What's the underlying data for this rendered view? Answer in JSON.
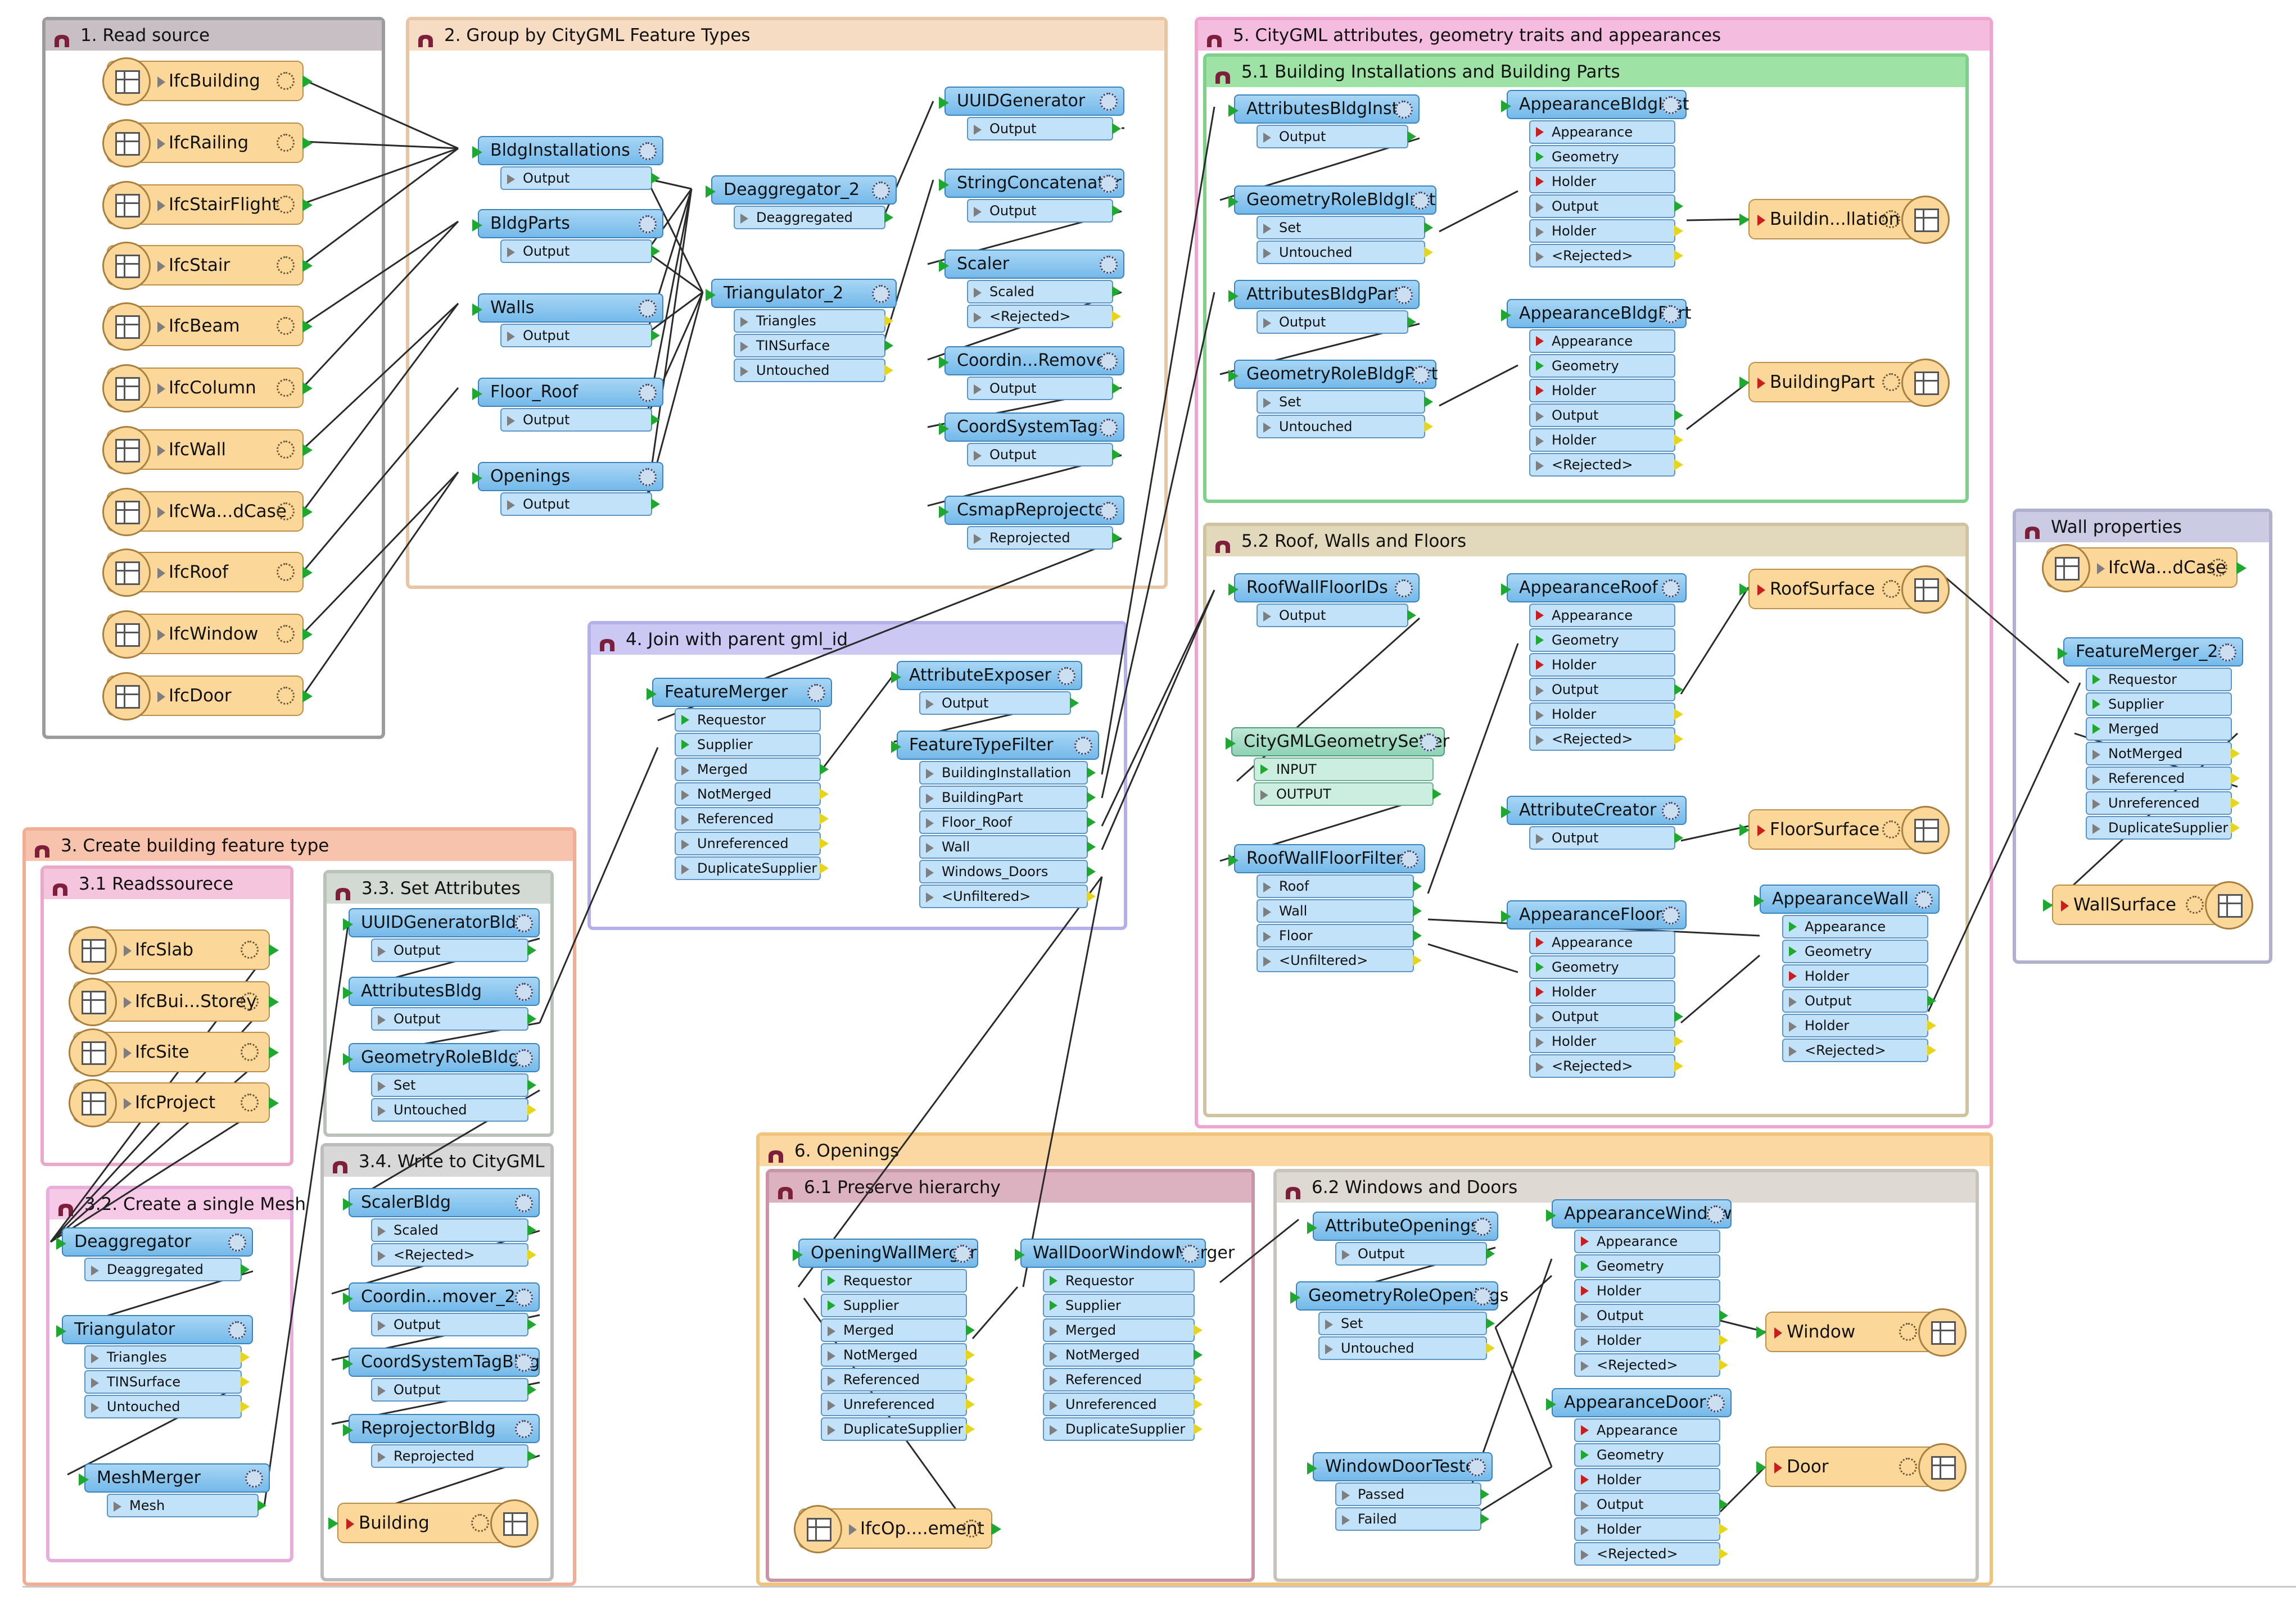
{
  "colors": {
    "read": "#c7bfc3",
    "group": "#f7dcc4",
    "attr": "#f4bde0",
    "bldg": "#9ee2a6",
    "roof": "#e2d9bd",
    "join": "#cbc9f3",
    "create": "#f8c3ad",
    "readsrc": "#f5c5dd",
    "setattr": "#d3dad3",
    "mesh": "#f6c9e6",
    "write": "#d8d8d8",
    "openings": "#fbd8a1",
    "hier": "#dcb2c1",
    "win": "#dedad3",
    "wall": "#cbcbe4"
  },
  "bookmarks": [
    {
      "id": "bm1",
      "title": "1. Read source"
    },
    {
      "id": "bm2",
      "title": "2. Group by CityGML Feature Types"
    },
    {
      "id": "bm3",
      "title": "3. Create building feature type"
    },
    {
      "id": "bm31",
      "title": "3.1 Readssourece"
    },
    {
      "id": "bm33",
      "title": "3.3. Set Attributes"
    },
    {
      "id": "bm32",
      "title": "3.2. Create a single Mesh"
    },
    {
      "id": "bm34",
      "title": "3.4. Write to CityGML"
    },
    {
      "id": "bm4",
      "title": "4. Join with parent gml_id"
    },
    {
      "id": "bm5",
      "title": "5. CityGML attributes, geometry traits and appearances"
    },
    {
      "id": "bm51",
      "title": "5.1  Building Installations and Building Parts"
    },
    {
      "id": "bm52",
      "title": "5.2 Roof, Walls and Floors"
    },
    {
      "id": "bm6",
      "title": "6. Openings"
    },
    {
      "id": "bm61",
      "title": "6.1 Preserve hierarchy"
    },
    {
      "id": "bm62",
      "title": "6.2 Windows and Doors"
    },
    {
      "id": "bmw",
      "title": "Wall properties"
    }
  ],
  "readers": [
    {
      "id": "r1",
      "label": "IfcBuilding"
    },
    {
      "id": "r2",
      "label": "IfcRailing"
    },
    {
      "id": "r3",
      "label": "IfcStairFlight"
    },
    {
      "id": "r4",
      "label": "IfcStair"
    },
    {
      "id": "r5",
      "label": "IfcBeam"
    },
    {
      "id": "r6",
      "label": "IfcColumn"
    },
    {
      "id": "r7",
      "label": "IfcWall"
    },
    {
      "id": "r8",
      "label": "IfcWa...dCase"
    },
    {
      "id": "r9",
      "label": "IfcRoof"
    },
    {
      "id": "r10",
      "label": "IfcWindow"
    },
    {
      "id": "r11",
      "label": "IfcDoor"
    },
    {
      "id": "r12",
      "label": "IfcSlab"
    },
    {
      "id": "r13",
      "label": "IfcBui...Storey"
    },
    {
      "id": "r14",
      "label": "IfcSite"
    },
    {
      "id": "r15",
      "label": "IfcProject"
    },
    {
      "id": "r16",
      "label": "IfcOp....ement"
    },
    {
      "id": "r17",
      "label": "IfcWa...dCase"
    }
  ],
  "writers": [
    {
      "id": "w1",
      "label": "Buildin...llation"
    },
    {
      "id": "w2",
      "label": "BuildingPart"
    },
    {
      "id": "w3",
      "label": "RoofSurface"
    },
    {
      "id": "w4",
      "label": "FloorSurface"
    },
    {
      "id": "w5",
      "label": "WallSurface"
    },
    {
      "id": "w6",
      "label": "Building"
    },
    {
      "id": "w7",
      "label": "Window"
    },
    {
      "id": "w8",
      "label": "Door"
    }
  ],
  "transformers": [
    {
      "id": "t1",
      "name": "BldgInstallations",
      "ports": [
        {
          "l": "Output",
          "k": "o"
        }
      ]
    },
    {
      "id": "t2",
      "name": "BldgParts",
      "ports": [
        {
          "l": "Output",
          "k": "o"
        }
      ]
    },
    {
      "id": "t3",
      "name": "Walls",
      "ports": [
        {
          "l": "Output",
          "k": "o"
        }
      ]
    },
    {
      "id": "t4",
      "name": "Floor_Roof",
      "ports": [
        {
          "l": "Output",
          "k": "o"
        }
      ]
    },
    {
      "id": "t5",
      "name": "Openings",
      "ports": [
        {
          "l": "Output",
          "k": "o"
        }
      ]
    },
    {
      "id": "t6",
      "name": "Deaggregator_2",
      "ports": [
        {
          "l": "Deaggregated",
          "k": "o"
        }
      ]
    },
    {
      "id": "t7",
      "name": "Triangulator_2",
      "ports": [
        {
          "l": "Triangles",
          "k": "y"
        },
        {
          "l": "TINSurface",
          "k": "o"
        },
        {
          "l": "Untouched",
          "k": "y"
        }
      ]
    },
    {
      "id": "t8",
      "name": "UUIDGenerator",
      "ports": [
        {
          "l": "Output",
          "k": "o"
        }
      ]
    },
    {
      "id": "t9",
      "name": "StringConcatenator",
      "ports": [
        {
          "l": "Output",
          "k": "o"
        }
      ]
    },
    {
      "id": "t10",
      "name": "Scaler",
      "ports": [
        {
          "l": "Scaled",
          "k": "o"
        },
        {
          "l": "<Rejected>",
          "k": "y"
        }
      ]
    },
    {
      "id": "t11",
      "name": "Coordin...Remover",
      "ports": [
        {
          "l": "Output",
          "k": "o"
        }
      ]
    },
    {
      "id": "t12",
      "name": "CoordSystemTag",
      "ports": [
        {
          "l": "Output",
          "k": "o"
        }
      ]
    },
    {
      "id": "t13",
      "name": "CsmapReprojector",
      "ports": [
        {
          "l": "Reprojected",
          "k": "o"
        }
      ]
    },
    {
      "id": "t14",
      "name": "FeatureMerger",
      "ports": [
        {
          "l": "Requestor",
          "k": "i"
        },
        {
          "l": "Supplier",
          "k": "i"
        },
        {
          "l": "Merged",
          "k": "o"
        },
        {
          "l": "NotMerged",
          "k": "y"
        },
        {
          "l": "Referenced",
          "k": "y"
        },
        {
          "l": "Unreferenced",
          "k": "y"
        },
        {
          "l": "DuplicateSupplier",
          "k": "y"
        }
      ]
    },
    {
      "id": "t15",
      "name": "AttributeExposer",
      "ports": [
        {
          "l": "Output",
          "k": "o"
        }
      ]
    },
    {
      "id": "t16",
      "name": "FeatureTypeFilter",
      "ports": [
        {
          "l": "BuildingInstallation",
          "k": "o"
        },
        {
          "l": "BuildingPart",
          "k": "o"
        },
        {
          "l": "Floor_Roof",
          "k": "o"
        },
        {
          "l": "Wall",
          "k": "o"
        },
        {
          "l": "Windows_Doors",
          "k": "o"
        },
        {
          "l": "<Unfiltered>",
          "k": "y"
        }
      ]
    },
    {
      "id": "t17",
      "name": "UUIDGeneratorBldg",
      "ports": [
        {
          "l": "Output",
          "k": "o"
        }
      ]
    },
    {
      "id": "t18",
      "name": "AttributesBldg",
      "ports": [
        {
          "l": "Output",
          "k": "o"
        }
      ]
    },
    {
      "id": "t19",
      "name": "GeometryRoleBldg",
      "ports": [
        {
          "l": "Set",
          "k": "o"
        },
        {
          "l": "Untouched",
          "k": "y"
        }
      ]
    },
    {
      "id": "t20",
      "name": "Deaggregator",
      "ports": [
        {
          "l": "Deaggregated",
          "k": "o"
        }
      ]
    },
    {
      "id": "t21",
      "name": "Triangulator",
      "ports": [
        {
          "l": "Triangles",
          "k": "y"
        },
        {
          "l": "TINSurface",
          "k": "y"
        },
        {
          "l": "Untouched",
          "k": "y"
        }
      ]
    },
    {
      "id": "t22",
      "name": "MeshMerger",
      "ports": [
        {
          "l": "Mesh",
          "k": "o"
        }
      ]
    },
    {
      "id": "t23",
      "name": "ScalerBldg",
      "ports": [
        {
          "l": "Scaled",
          "k": "o"
        },
        {
          "l": "<Rejected>",
          "k": "y"
        }
      ]
    },
    {
      "id": "t24",
      "name": "Coordin...mover_2",
      "ports": [
        {
          "l": "Output",
          "k": "o"
        }
      ]
    },
    {
      "id": "t25",
      "name": "CoordSystemTagBldg",
      "ports": [
        {
          "l": "Output",
          "k": "o"
        }
      ]
    },
    {
      "id": "t26",
      "name": "ReprojectorBldg",
      "ports": [
        {
          "l": "Reprojected",
          "k": "o"
        }
      ]
    },
    {
      "id": "t27",
      "name": "AttributesBldgInst",
      "ports": [
        {
          "l": "Output",
          "k": "o"
        }
      ]
    },
    {
      "id": "t28",
      "name": "GeometryRoleBldgInst",
      "ports": [
        {
          "l": "Set",
          "k": "o"
        },
        {
          "l": "Untouched",
          "k": "y"
        }
      ]
    },
    {
      "id": "t29",
      "name": "AttributesBldgParts",
      "ports": [
        {
          "l": "Output",
          "k": "o"
        }
      ]
    },
    {
      "id": "t30",
      "name": "GeometryRoleBldgPart",
      "ports": [
        {
          "l": "Set",
          "k": "o"
        },
        {
          "l": "Untouched",
          "k": "y"
        }
      ]
    },
    {
      "id": "t31",
      "name": "AppearanceBldgInst",
      "ports": [
        {
          "l": "Appearance",
          "k": "r"
        },
        {
          "l": "Geometry",
          "k": "i"
        },
        {
          "l": "Holder",
          "k": "r"
        },
        {
          "l": "Output",
          "k": "o"
        },
        {
          "l": "Holder",
          "k": "y"
        },
        {
          "l": "<Rejected>",
          "k": "y"
        }
      ]
    },
    {
      "id": "t32",
      "name": "AppearanceBldgPart",
      "ports": [
        {
          "l": "Appearance",
          "k": "r"
        },
        {
          "l": "Geometry",
          "k": "i"
        },
        {
          "l": "Holder",
          "k": "r"
        },
        {
          "l": "Output",
          "k": "o"
        },
        {
          "l": "Holder",
          "k": "y"
        },
        {
          "l": "<Rejected>",
          "k": "y"
        }
      ]
    },
    {
      "id": "t33",
      "name": "RoofWallFloorIDs",
      "ports": [
        {
          "l": "Output",
          "k": "o"
        }
      ]
    },
    {
      "id": "t34",
      "name": "CityGMLGeometrySetter",
      "ports": [
        {
          "l": "INPUT",
          "k": "i"
        },
        {
          "l": "OUTPUT",
          "k": "o"
        }
      ]
    },
    {
      "id": "t35",
      "name": "RoofWallFloorFilter",
      "ports": [
        {
          "l": "Roof",
          "k": "o"
        },
        {
          "l": "Wall",
          "k": "o"
        },
        {
          "l": "Floor",
          "k": "o"
        },
        {
          "l": "<Unfiltered>",
          "k": "y"
        }
      ]
    },
    {
      "id": "t36",
      "name": "AppearanceRoof",
      "ports": [
        {
          "l": "Appearance",
          "k": "r"
        },
        {
          "l": "Geometry",
          "k": "i"
        },
        {
          "l": "Holder",
          "k": "r"
        },
        {
          "l": "Output",
          "k": "o"
        },
        {
          "l": "Holder",
          "k": "y"
        },
        {
          "l": "<Rejected>",
          "k": "y"
        }
      ]
    },
    {
      "id": "t37",
      "name": "AttributeCreator",
      "ports": [
        {
          "l": "Output",
          "k": "o"
        }
      ]
    },
    {
      "id": "t38",
      "name": "AppearanceFloor",
      "ports": [
        {
          "l": "Appearance",
          "k": "r"
        },
        {
          "l": "Geometry",
          "k": "i"
        },
        {
          "l": "Holder",
          "k": "r"
        },
        {
          "l": "Output",
          "k": "o"
        },
        {
          "l": "Holder",
          "k": "y"
        },
        {
          "l": "<Rejected>",
          "k": "y"
        }
      ]
    },
    {
      "id": "t39",
      "name": "AppearanceWall",
      "ports": [
        {
          "l": "Appearance",
          "k": "i"
        },
        {
          "l": "Geometry",
          "k": "i"
        },
        {
          "l": "Holder",
          "k": "r"
        },
        {
          "l": "Output",
          "k": "o"
        },
        {
          "l": "Holder",
          "k": "y"
        },
        {
          "l": "<Rejected>",
          "k": "y"
        }
      ]
    },
    {
      "id": "t40",
      "name": "FeatureMerger_2",
      "ports": [
        {
          "l": "Requestor",
          "k": "i"
        },
        {
          "l": "Supplier",
          "k": "i"
        },
        {
          "l": "Merged",
          "k": "i"
        },
        {
          "l": "NotMerged",
          "k": "y"
        },
        {
          "l": "Referenced",
          "k": "y"
        },
        {
          "l": "Unreferenced",
          "k": "y"
        },
        {
          "l": "DuplicateSupplier",
          "k": "y"
        }
      ]
    },
    {
      "id": "t41",
      "name": "OpeningWallMerger",
      "ports": [
        {
          "l": "Requestor",
          "k": "i"
        },
        {
          "l": "Supplier",
          "k": "i"
        },
        {
          "l": "Merged",
          "k": "o"
        },
        {
          "l": "NotMerged",
          "k": "y"
        },
        {
          "l": "Referenced",
          "k": "y"
        },
        {
          "l": "Unreferenced",
          "k": "y"
        },
        {
          "l": "DuplicateSupplier",
          "k": "y"
        }
      ]
    },
    {
      "id": "t42",
      "name": "WallDoorWindowMerger",
      "ports": [
        {
          "l": "Requestor",
          "k": "i"
        },
        {
          "l": "Supplier",
          "k": "i"
        },
        {
          "l": "Merged",
          "k": "y"
        },
        {
          "l": "NotMerged",
          "k": "o"
        },
        {
          "l": "Referenced",
          "k": "y"
        },
        {
          "l": "Unreferenced",
          "k": "y"
        },
        {
          "l": "DuplicateSupplier",
          "k": "y"
        }
      ]
    },
    {
      "id": "t43",
      "name": "AttributeOpenings",
      "ports": [
        {
          "l": "Output",
          "k": "o"
        }
      ]
    },
    {
      "id": "t44",
      "name": "GeometryRoleOpenings",
      "ports": [
        {
          "l": "Set",
          "k": "o"
        },
        {
          "l": "Untouched",
          "k": "y"
        }
      ]
    },
    {
      "id": "t45",
      "name": "WindowDoorTester",
      "ports": [
        {
          "l": "Passed",
          "k": "o"
        },
        {
          "l": "Failed",
          "k": "o"
        }
      ]
    },
    {
      "id": "t46",
      "name": "AppearanceWindow",
      "ports": [
        {
          "l": "Appearance",
          "k": "r"
        },
        {
          "l": "Geometry",
          "k": "i"
        },
        {
          "l": "Holder",
          "k": "r"
        },
        {
          "l": "Output",
          "k": "o"
        },
        {
          "l": "Holder",
          "k": "y"
        },
        {
          "l": "<Rejected>",
          "k": "y"
        }
      ]
    },
    {
      "id": "t47",
      "name": "AppearanceDoor",
      "ports": [
        {
          "l": "Appearance",
          "k": "r"
        },
        {
          "l": "Geometry",
          "k": "i"
        },
        {
          "l": "Holder",
          "k": "r"
        },
        {
          "l": "Output",
          "k": "o"
        },
        {
          "l": "Holder",
          "k": "y"
        },
        {
          "l": "<Rejected>",
          "k": "y"
        }
      ]
    }
  ]
}
